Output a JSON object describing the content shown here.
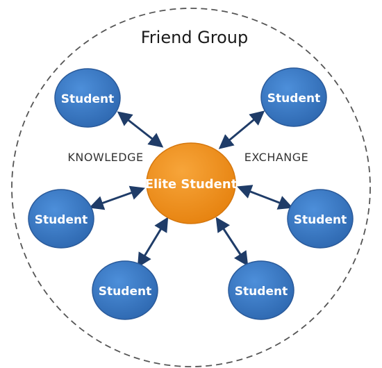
{
  "diagram": {
    "group_title": "Friend Group",
    "center": {
      "label": "Elite Student"
    },
    "students": [
      {
        "label": "Student"
      },
      {
        "label": "Student"
      },
      {
        "label": "Student"
      },
      {
        "label": "Student"
      },
      {
        "label": "Student"
      },
      {
        "label": "Student"
      }
    ],
    "left_label": "KNOWLEDGE",
    "right_label": "EXCHANGE",
    "colors": {
      "student_fill": "#3a7bc8",
      "student_stroke": "#2a5a9a",
      "center_fill": "#f0921e",
      "arrow": "#1f3c68",
      "boundary": "#555555"
    }
  }
}
